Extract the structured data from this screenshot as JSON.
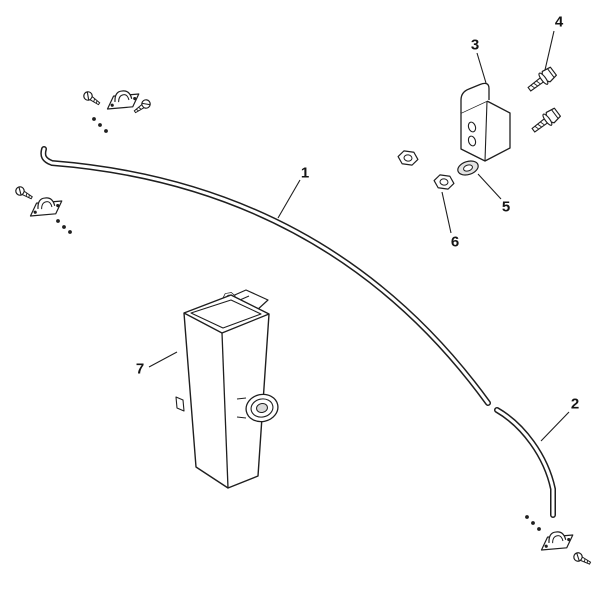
{
  "diagram": {
    "type": "exploded-parts-diagram",
    "background_color": "#ffffff",
    "line_color": "#1f1f1f",
    "callouts": [
      {
        "id": "1",
        "name": "main-curved-tube"
      },
      {
        "id": "2",
        "name": "lower-curved-tube"
      },
      {
        "id": "3",
        "name": "mounting-bracket"
      },
      {
        "id": "4",
        "name": "hex-flange-bolts"
      },
      {
        "id": "5",
        "name": "washer"
      },
      {
        "id": "6",
        "name": "hex-nut"
      },
      {
        "id": "7",
        "name": "container-box"
      }
    ]
  }
}
